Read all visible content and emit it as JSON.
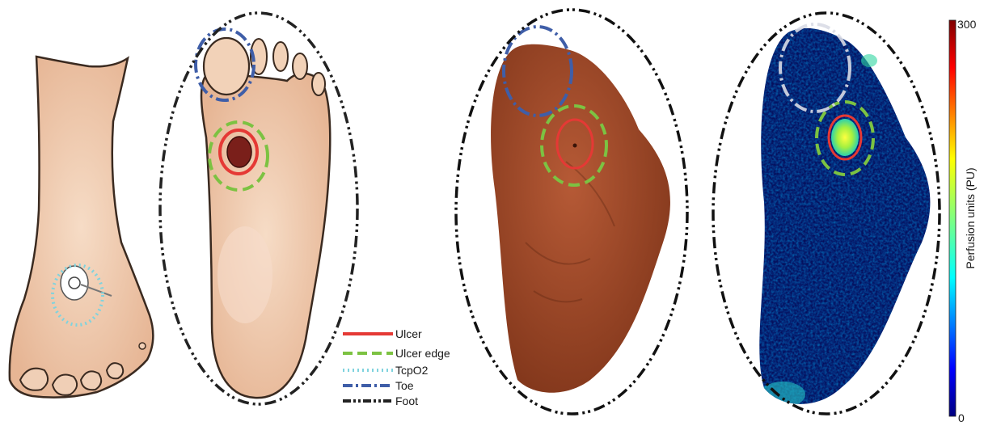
{
  "legend": {
    "ulcer": "Ulcer",
    "ulcer_edge": "Ulcer edge",
    "tcpo2": "TcpO2",
    "toe": "Toe",
    "foot": "Foot"
  },
  "colorbar": {
    "max_label": "300",
    "min_label": "0",
    "title": "Perfusion units (PU)",
    "range": [
      0,
      300
    ],
    "colormap": "jet"
  },
  "colors": {
    "ulcer": "#e53935",
    "ulcer_edge": "#7cc242",
    "tcpo2": "#7fd3de",
    "toe": "#3f5ea8",
    "foot": "#111111",
    "skin": "#f2cdb3",
    "photo_skin": "#a04b2c"
  }
}
